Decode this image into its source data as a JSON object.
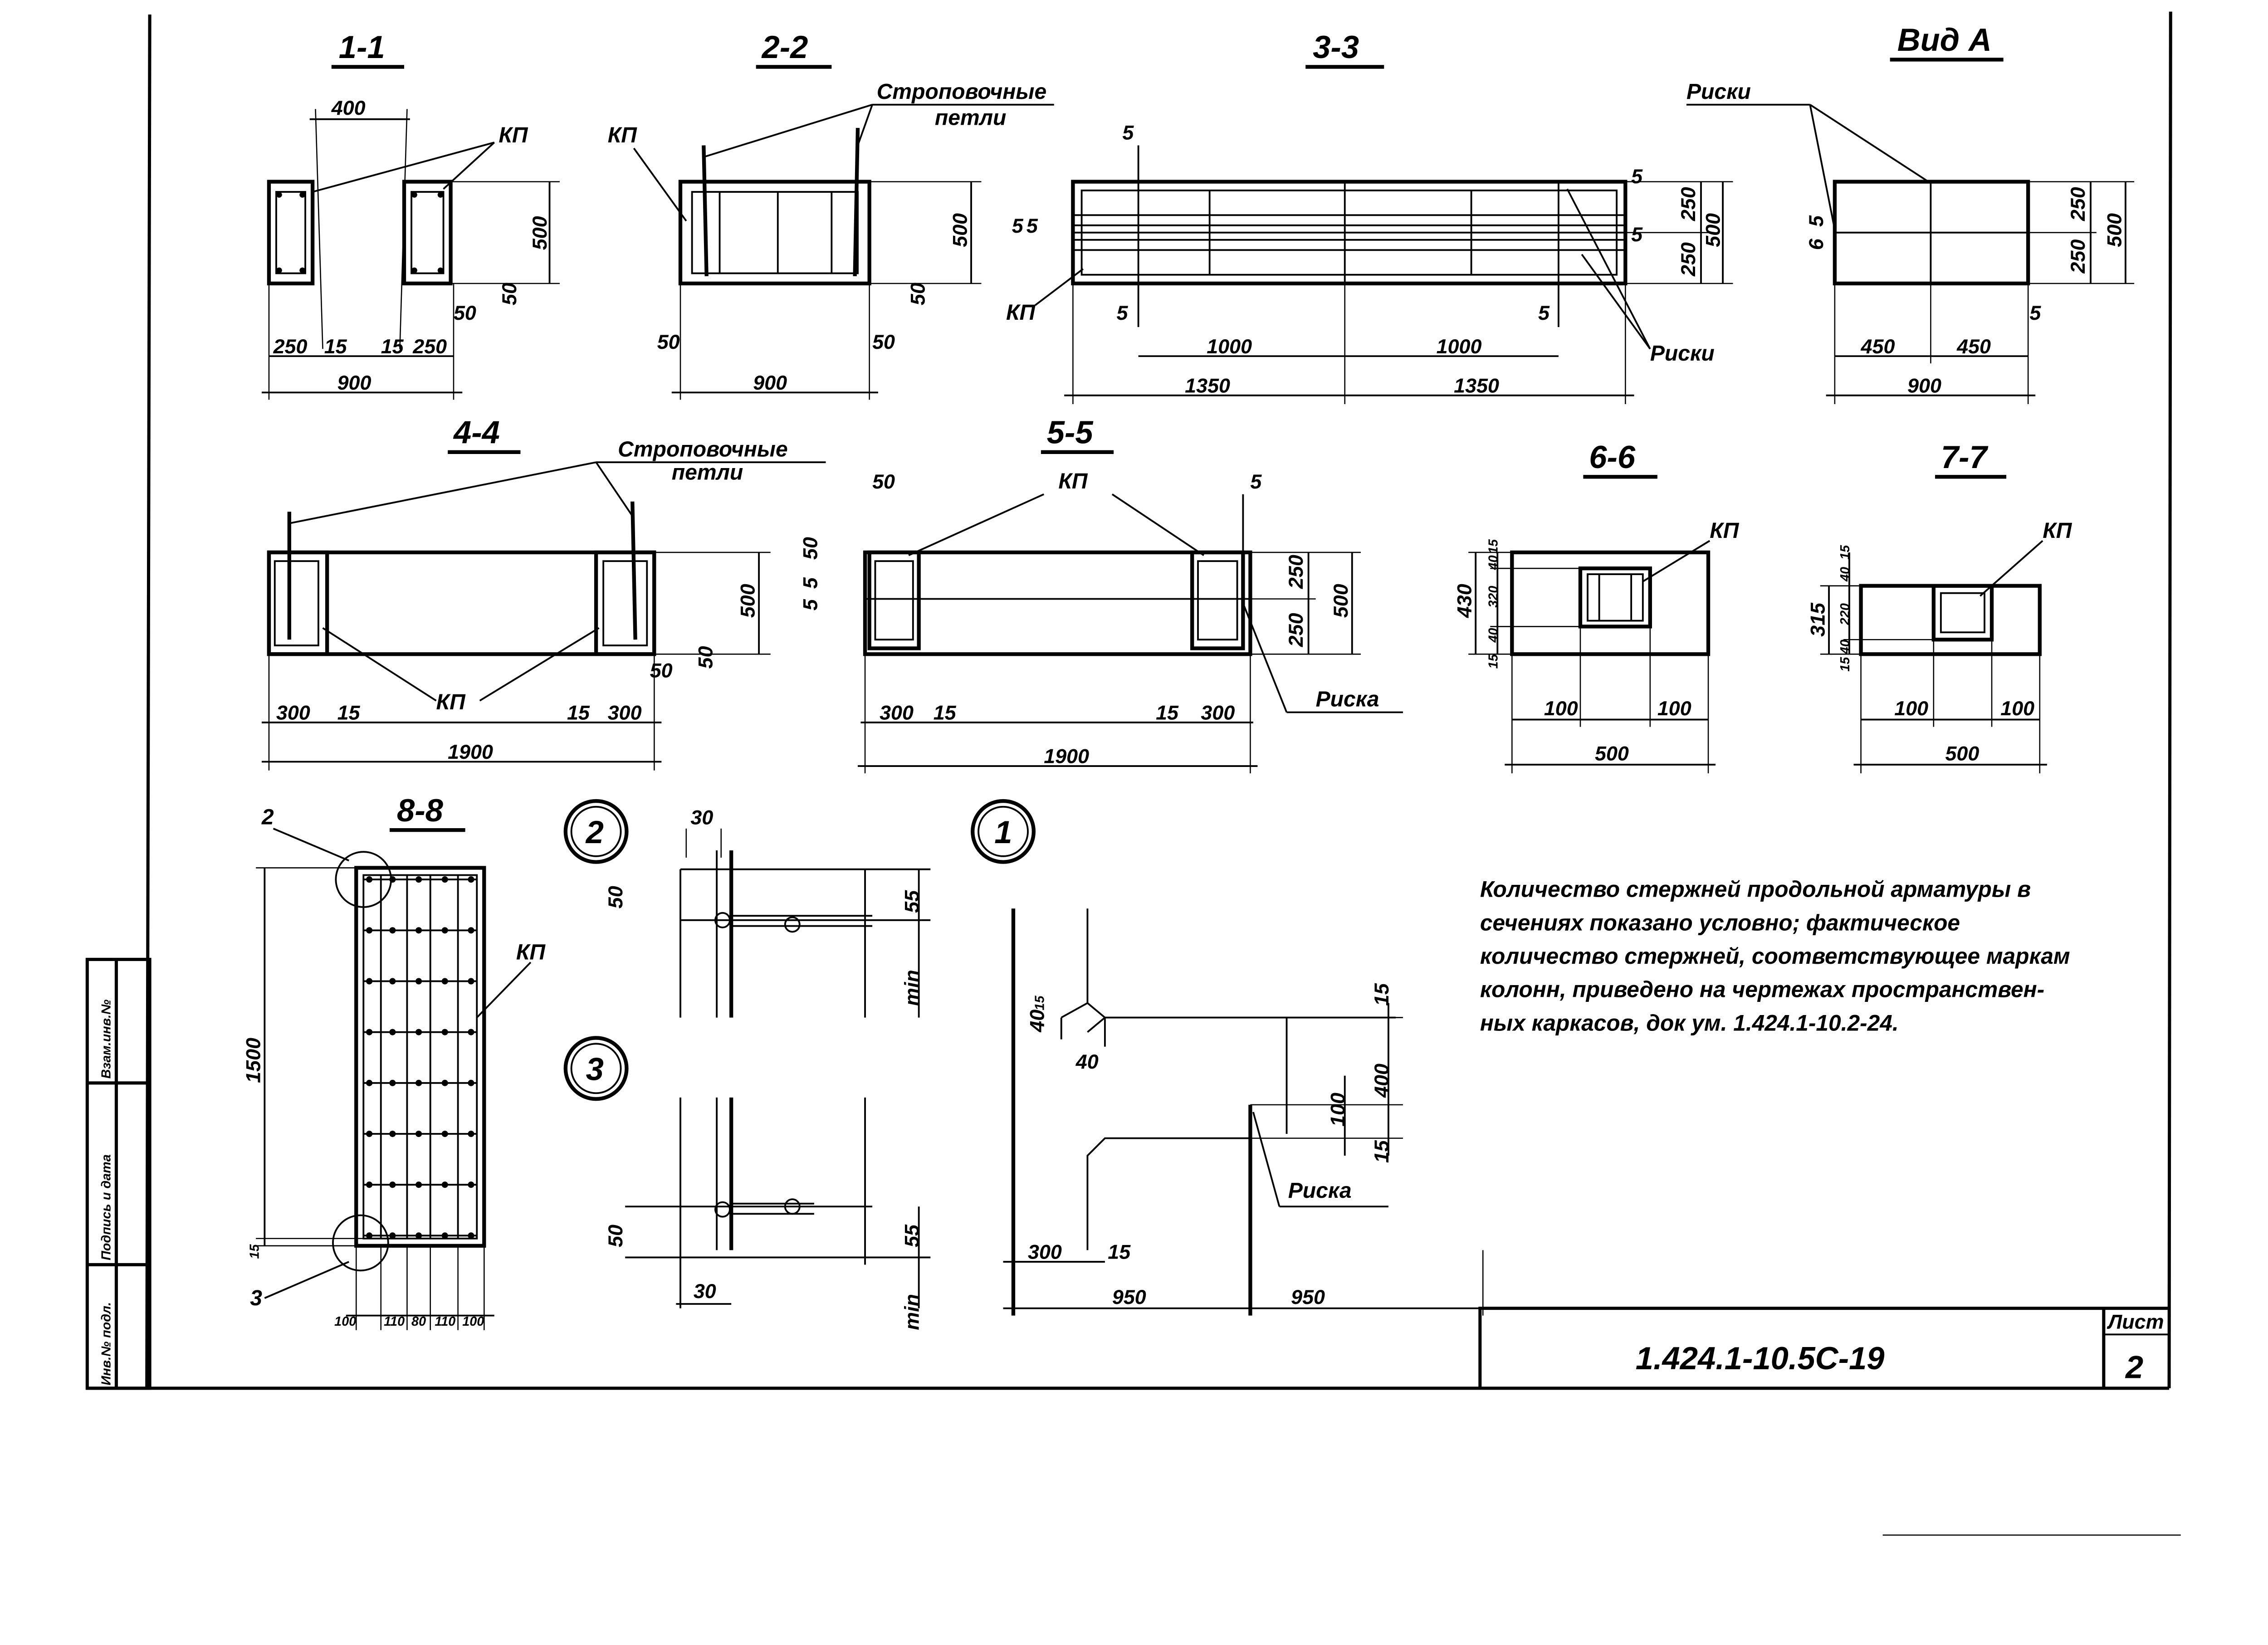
{
  "sections": {
    "s11": {
      "title": "1-1",
      "kp": "КП",
      "dims": [
        "400",
        "500",
        "50",
        "50",
        "250",
        "15",
        "15",
        "250",
        "900"
      ]
    },
    "s22": {
      "title": "2-2",
      "kp": "КП",
      "loops": [
        "Строповочные",
        "петли"
      ],
      "dims": [
        "500",
        "50",
        "50",
        "50",
        "900"
      ]
    },
    "s33": {
      "title": "3-3",
      "kp": "КП",
      "marks": "Риски",
      "dims": [
        "5",
        "5",
        "5",
        "5",
        "5",
        "5",
        "5",
        "250",
        "250",
        "500",
        "1000",
        "1000",
        "1350",
        "1350"
      ]
    },
    "va": {
      "title": "Вид А",
      "marks": "Риски",
      "dims": [
        "6",
        "5",
        "250",
        "250",
        "500",
        "5",
        "450",
        "450",
        "900"
      ]
    },
    "s44": {
      "title": "4-4",
      "kp": "КП",
      "loops": [
        "Строповочные",
        "петли"
      ],
      "dims": [
        "500",
        "50",
        "50",
        "300",
        "15",
        "15",
        "300",
        "1900"
      ]
    },
    "s55": {
      "title": "5-5",
      "kp": "КП",
      "mark": "Риска",
      "dims": [
        "50",
        "5",
        "50",
        "5",
        "5",
        "250",
        "250",
        "500",
        "300",
        "15",
        "15",
        "300",
        "1900"
      ]
    },
    "s66": {
      "title": "6-6",
      "kp": "КП",
      "dims": [
        "430",
        "15",
        "40",
        "320",
        "40",
        "15",
        "100",
        "100",
        "500"
      ]
    },
    "s77": {
      "title": "7-7",
      "kp": "КП",
      "dims": [
        "315",
        "15",
        "40",
        "220",
        "40",
        "15",
        "100",
        "100",
        "500"
      ]
    },
    "s88": {
      "title": "8-8",
      "kp": "КП",
      "callouts": [
        "2",
        "3"
      ],
      "dims": [
        "1500",
        "15",
        "100",
        "110",
        "80",
        "110",
        "100"
      ]
    }
  },
  "details": {
    "d2": {
      "label": "2",
      "dims": [
        "30",
        "50",
        "55",
        "min"
      ]
    },
    "d3": {
      "label": "3",
      "dims": [
        "50",
        "55",
        "min",
        "30"
      ]
    },
    "d1": {
      "label": "1",
      "mark": "Риска",
      "dims": [
        "40",
        "15",
        "40",
        "15",
        "400",
        "100",
        "15",
        "300",
        "15",
        "950",
        "950"
      ]
    }
  },
  "note": {
    "lines": [
      "Количество стержней продольной арматуры в",
      "сечениях показано условно; фактическое",
      "количество стержней, соответствующее маркам",
      "колонн, приведено на чертежах пространствен-",
      "ных каркасов, док ум. 1.424.1-10.2-24."
    ]
  },
  "side_stamp": [
    "Инв.№ подл.",
    "Подпись и дата",
    "Взам.инв.№"
  ],
  "title_block": {
    "code": "1.424.1-10.5С-19",
    "sheet_label": "Лист",
    "sheet_number": "2"
  }
}
